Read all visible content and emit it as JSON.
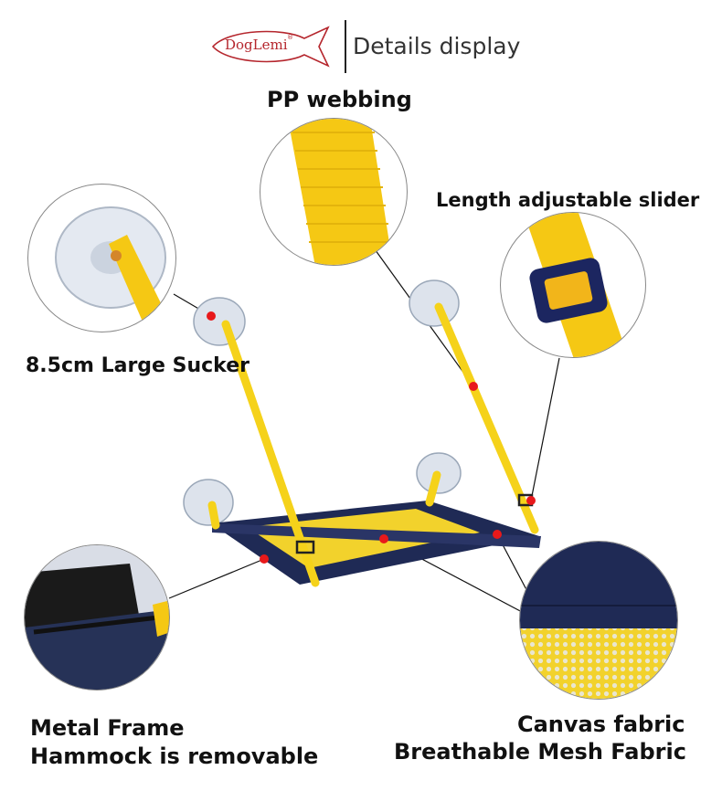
{
  "header": {
    "brand": "DogLemi",
    "brand_mark": "®",
    "title": "Details display"
  },
  "callouts": {
    "pp_webbing": "PP webbing",
    "slider": "Length adjustable slider",
    "sucker": "8.5cm Large Sucker",
    "metal_frame": "Metal Frame",
    "removable": "Hammock is removable",
    "canvas": "Canvas fabric",
    "mesh": "Breathable Mesh Fabric"
  },
  "colors": {
    "strap_yellow": "#f5d21a",
    "canvas_navy": "#1f2a55",
    "mesh_yellow": "#f2d22c",
    "dot_red": "#e8191b",
    "brand_red": "#b5262d"
  }
}
